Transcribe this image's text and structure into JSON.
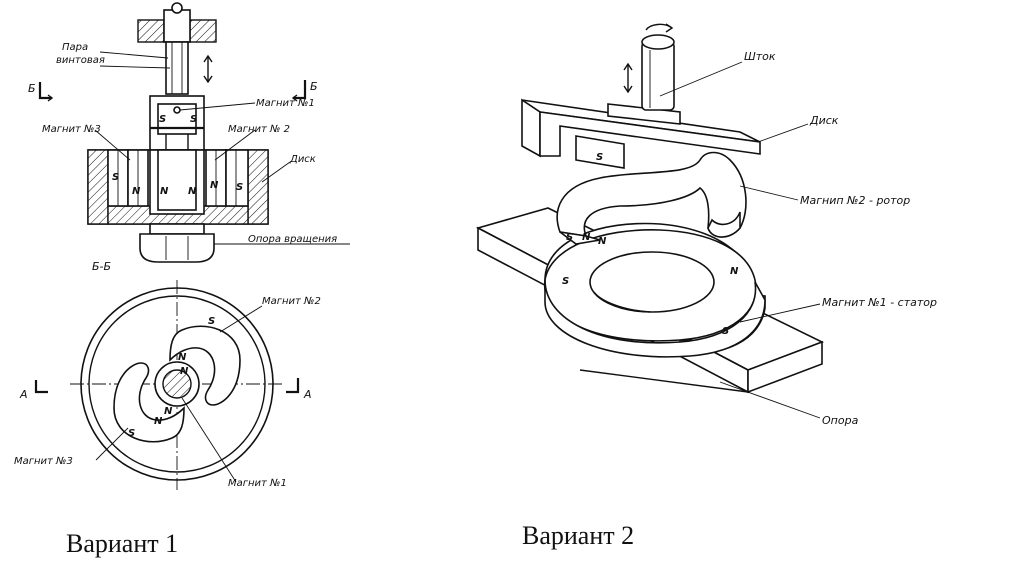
{
  "variant1": {
    "caption": "Вариант 1",
    "labels": {
      "screw_pair": "Пара винтовая",
      "screw_pair_line1": "Пара",
      "screw_pair_line2": "винтовая",
      "magnet1_top": "Магнит №1",
      "magnet2_top": "Магнит № 2",
      "magnet3_top": "Магнит №3",
      "disk": "Диск",
      "rotation_support": "Опора вращения",
      "section_mark": "Б",
      "section_view": "Б-Б",
      "magnet2_bottom": "Магнит №2",
      "magnet3_bottom": "Магнит №3",
      "magnet1_bottom": "Магнит №1",
      "axis_mark": "А"
    },
    "poles": {
      "s": "S",
      "n": "N"
    }
  },
  "variant2": {
    "caption": "Вариант 2",
    "labels": {
      "rod": "Шток",
      "disk": "Диск",
      "rotor": "Магнип №2 - ротор",
      "stator": "Магнит №1 - статор",
      "support": "Опора"
    },
    "poles": {
      "s": "S",
      "n": "N"
    }
  }
}
